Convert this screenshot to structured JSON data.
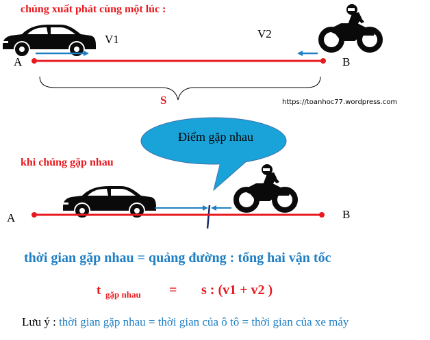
{
  "heading_start": "chúng xuất phát cùng một lúc :",
  "heading_meet": "khi  chúng gặp nhau",
  "label_v1": "V1",
  "label_v2": "V2",
  "label_a_top": "A",
  "label_b_top": "B",
  "label_s": "S",
  "website": "https://toanhoc77.wordpress.com",
  "callout_text": "Điểm gặp nhau",
  "label_a_bottom": "A",
  "label_b_bottom": "B",
  "formula_main": "thời gian gặp nhau  =  quảng đường :  tổng hai vận tốc",
  "formula_t": "t",
  "formula_t_sub": "gặp nhau",
  "formula_eq": "=",
  "formula_rhs": "s : (v1  + v2  )",
  "note_label": "Lưu ý : ",
  "note_text": "thời gian gặp nhau  =  thời gian của ô tô = thời gian của xe máy",
  "colors": {
    "road_red": "#e8191f",
    "arrow_blue": "#1f7fc4",
    "callout_fill": "#1aa3d9",
    "text_red": "#e8191f",
    "text_blue": "#1f7fc4"
  },
  "icons": [
    "car-icon",
    "motorbike-icon"
  ]
}
